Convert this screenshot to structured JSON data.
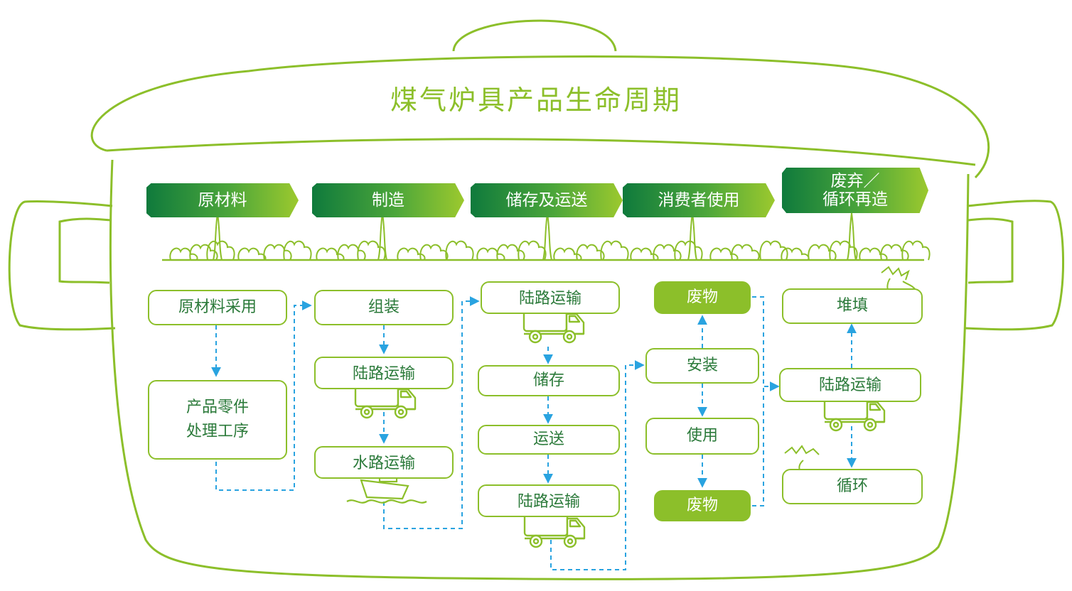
{
  "title": "煤气炉具产品生命周期",
  "colors": {
    "green": "#8cbf2a",
    "dark_green": "#0f7a3c",
    "arrow_blue": "#29a3e0",
    "text_green": "#2b7a3a"
  },
  "phases": [
    {
      "label": "原材料"
    },
    {
      "label": "制造"
    },
    {
      "label": "储存及运送"
    },
    {
      "label": "消费者使用"
    },
    {
      "label": "废弃／\n循环再造"
    }
  ],
  "columns": {
    "raw_materials": {
      "procure": "原材料采用",
      "processing": "产品零件\n处理工序"
    },
    "manufacturing": {
      "assembly": "组装",
      "land_transport": "陆路运输",
      "water_transport": "水路运输"
    },
    "storage": {
      "land_transport_1": "陆路运输",
      "storage": "储存",
      "delivery": "运送",
      "land_transport_2": "陆路运输"
    },
    "consumer": {
      "waste_top": "废物",
      "install": "安装",
      "use": "使用",
      "waste_bottom": "废物"
    },
    "disposal": {
      "landfill": "堆填",
      "land_transport": "陆路运输",
      "recycle": "循环"
    }
  }
}
